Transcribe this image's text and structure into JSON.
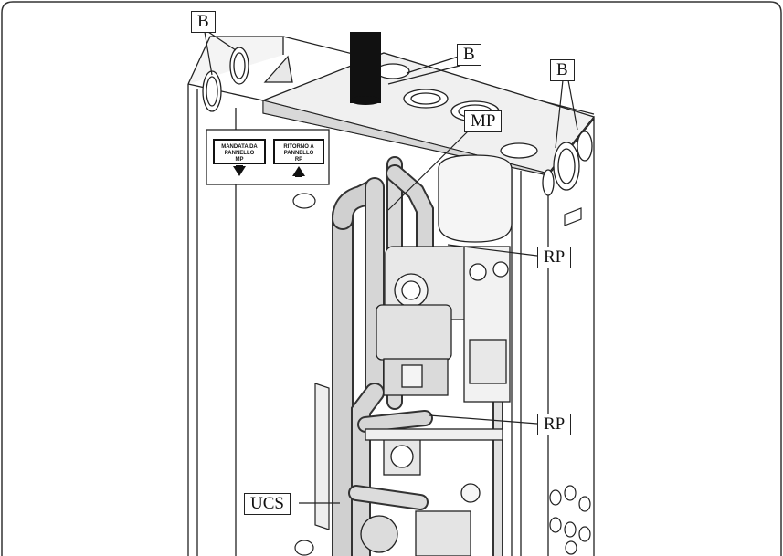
{
  "labels": {
    "b_left": "B",
    "b_center": "B",
    "b_right": "B",
    "mp": "MP",
    "rp_upper": "RP",
    "rp_lower": "RP",
    "ucs": "UCS"
  },
  "sticker": {
    "left_line1": "MANDATA DA",
    "left_line2": "PANNELLO",
    "left_line3": "MP",
    "right_line1": "RITORNO A",
    "right_line2": "PANNELLO",
    "right_line3": "RP"
  }
}
